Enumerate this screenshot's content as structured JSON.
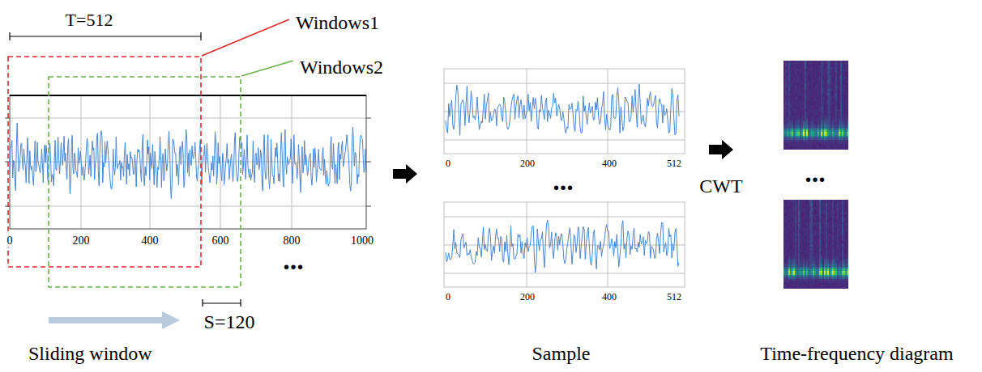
{
  "diagram": {
    "nodes": [
      {
        "text": [
          "Sliding window"
        ]
      },
      {
        "text": [
          "Sample"
        ]
      },
      {
        "text": [
          "Time-frequency diagram"
        ]
      }
    ],
    "edges": [
      {
        "from": 0,
        "to": 1,
        "arrow": "to"
      },
      {
        "from": 1,
        "to": 2,
        "arrow": "to",
        "label": "CWT"
      }
    ],
    "labels": [
      "T=512",
      "Windows1",
      "Windows2",
      "0",
      "200",
      "400",
      "600",
      "800",
      "1000",
      "...",
      "S=120",
      "0",
      "200",
      "400",
      "512",
      "...",
      "0",
      "200",
      "400",
      "512",
      "..."
    ]
  }
}
